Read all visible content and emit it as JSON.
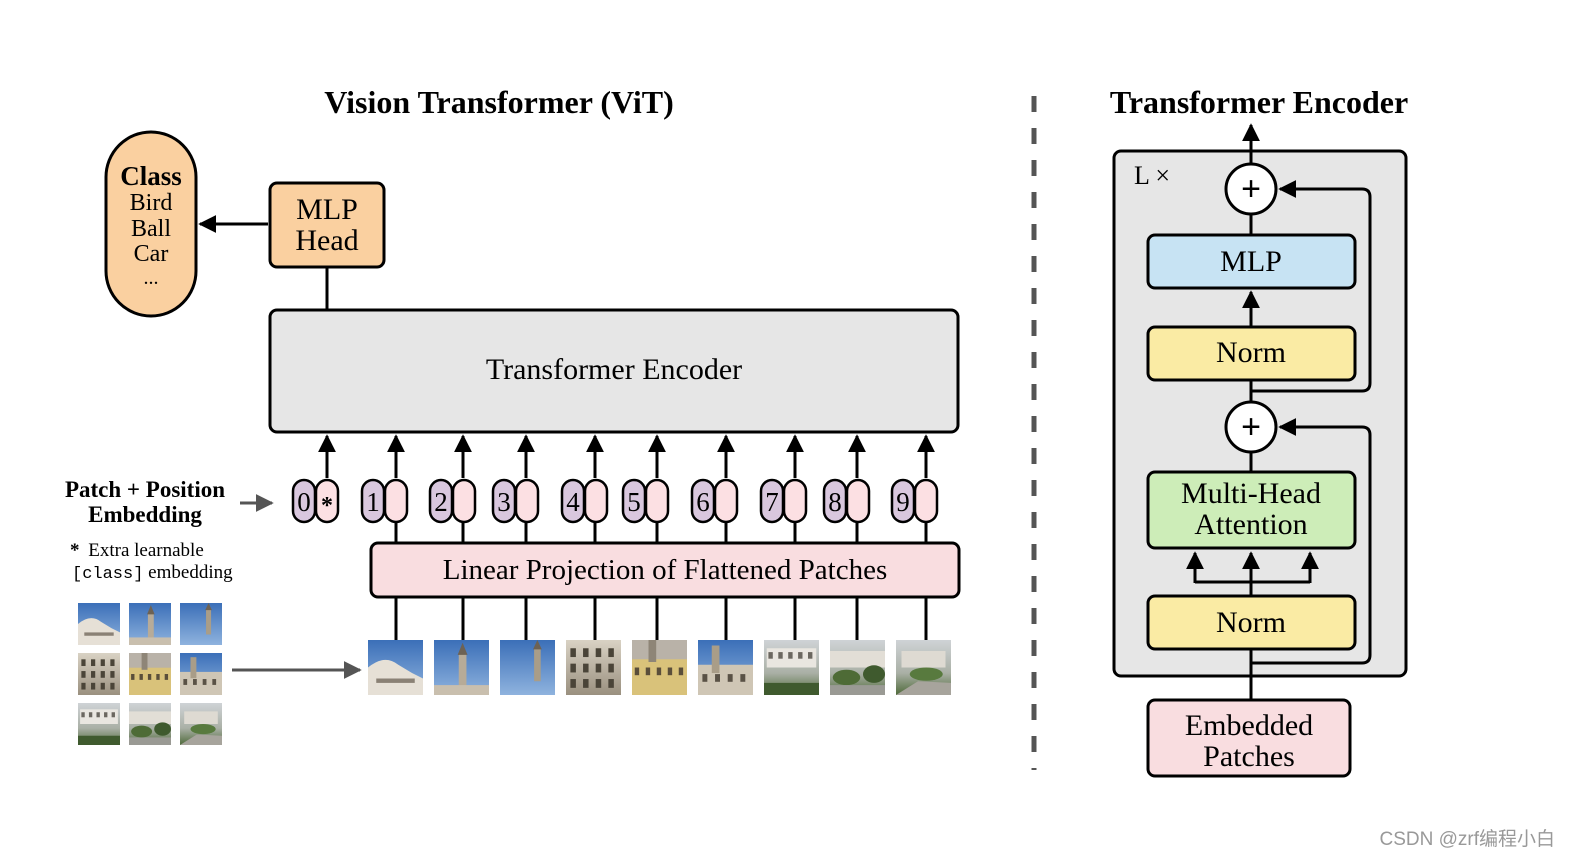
{
  "vit": {
    "title": "Vision Transformer (ViT)",
    "class_box": {
      "heading": "Class",
      "items": [
        "Bird",
        "Ball",
        "Car",
        "..."
      ]
    },
    "mlp_head": {
      "line1": "MLP",
      "line2": "Head"
    },
    "encoder_label": "Transformer Encoder",
    "linear_projection": "Linear Projection of Flattened Patches",
    "patch_position_label": {
      "line1": "Patch + Position",
      "line2": "Embedding"
    },
    "extra_note": {
      "star": "*",
      "text": "Extra learnable",
      "code": "[class]",
      "suffix": " embedding"
    },
    "tokens": [
      "0",
      "1",
      "2",
      "3",
      "4",
      "5",
      "6",
      "7",
      "8",
      "9"
    ],
    "cls_marker": "*"
  },
  "encoder_detail": {
    "title": "Transformer Encoder",
    "repeat": "L ×",
    "plus": "+",
    "mlp": "MLP",
    "norm": "Norm",
    "attention": {
      "line1": "Multi-Head",
      "line2": "Attention"
    },
    "embedded": {
      "line1": "Embedded",
      "line2": "Patches"
    }
  },
  "watermark": "CSDN @zrf编程小白",
  "colors": {
    "class_fill": "#FAD0A0",
    "mlp_head_fill": "#FAD0A0",
    "encoder_fill": "#E6E6E6",
    "projection_fill": "#F9DDE0",
    "pos_emb_fill": "#D9C7DE",
    "patch_emb_fill": "#FCE0E3",
    "mlp_fill": "#C7E3F3",
    "norm_fill": "#FAEBA4",
    "attention_fill": "#CDEDB8",
    "embedded_fill": "#F9DDE0",
    "detail_bg": "#E6E6E6"
  }
}
